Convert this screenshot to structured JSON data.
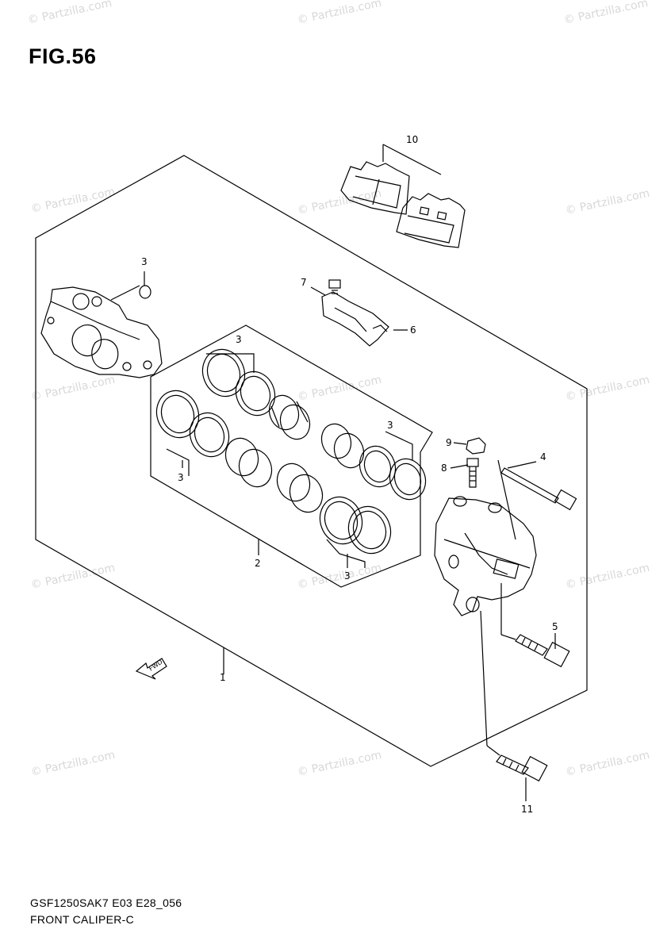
{
  "figure": {
    "title": "FIG.56",
    "model_code": "GSF1250SAK7 E03 E28_056",
    "section_name": "FRONT CALIPER-C"
  },
  "watermark": {
    "text": "© Partzilla.com"
  },
  "callouts": {
    "c1": "1",
    "c2": "2",
    "c3a": "3",
    "c3b": "3",
    "c3c": "3",
    "c3d": "3",
    "c3e": "3",
    "c4": "4",
    "c5": "5",
    "c6": "6",
    "c7": "7",
    "c8": "8",
    "c9": "9",
    "c10": "10",
    "c11": "11"
  },
  "front_arrow": {
    "label": "FWD"
  },
  "colors": {
    "line": "#000000",
    "watermark": "#d8d8d8"
  }
}
